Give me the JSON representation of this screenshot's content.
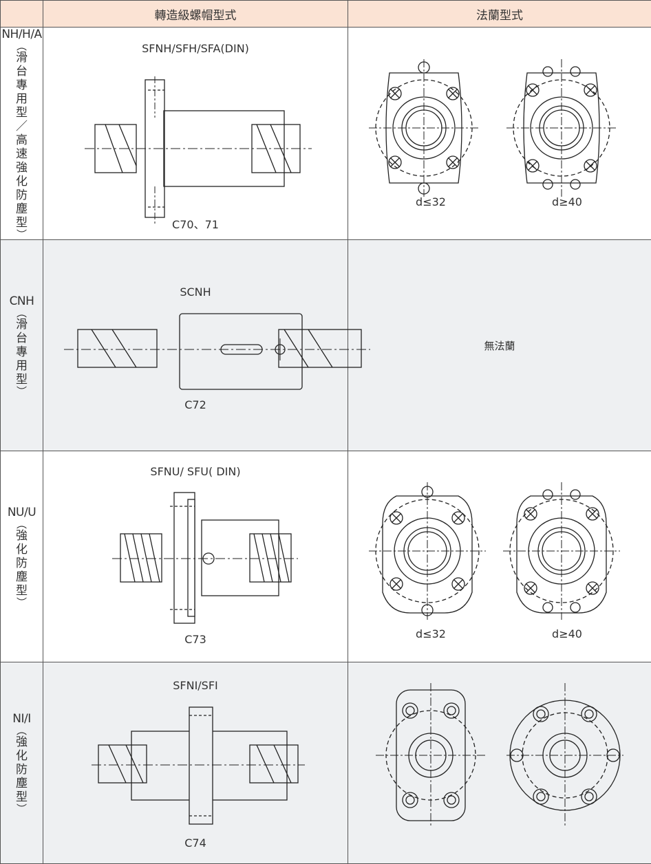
{
  "header": {
    "nut_type": "轉造級螺帽型式",
    "flange_type": "法蘭型式"
  },
  "rows": [
    {
      "code": "NH/H/A",
      "desc_chars": [
        "滑",
        "台",
        "專",
        "用",
        "型",
        "／",
        "高",
        "速",
        "強",
        "化",
        "防",
        "塵",
        "型"
      ],
      "model": "SFNH/SFH/SFA(DIN)",
      "page": "C70、71",
      "flange_left": "d≤32",
      "flange_right": "d≥40"
    },
    {
      "code": "CNH",
      "desc_chars": [
        "滑",
        "台",
        "專",
        "用",
        "型"
      ],
      "model": "SCNH",
      "page": "C72",
      "no_flange": "無法蘭"
    },
    {
      "code": "NU/U",
      "desc_chars": [
        "強",
        "化",
        "防",
        "塵",
        "型"
      ],
      "model": "SFNU/ SFU( DIN)",
      "page": "C73",
      "flange_left": "d≤32",
      "flange_right": "d≥40"
    },
    {
      "code": "NI/I",
      "desc_chars": [
        "強",
        "化",
        "防",
        "塵",
        "型"
      ],
      "model": "SFNI/SFI",
      "page": "C74"
    }
  ],
  "paren_open": "︵",
  "paren_close": "︶"
}
